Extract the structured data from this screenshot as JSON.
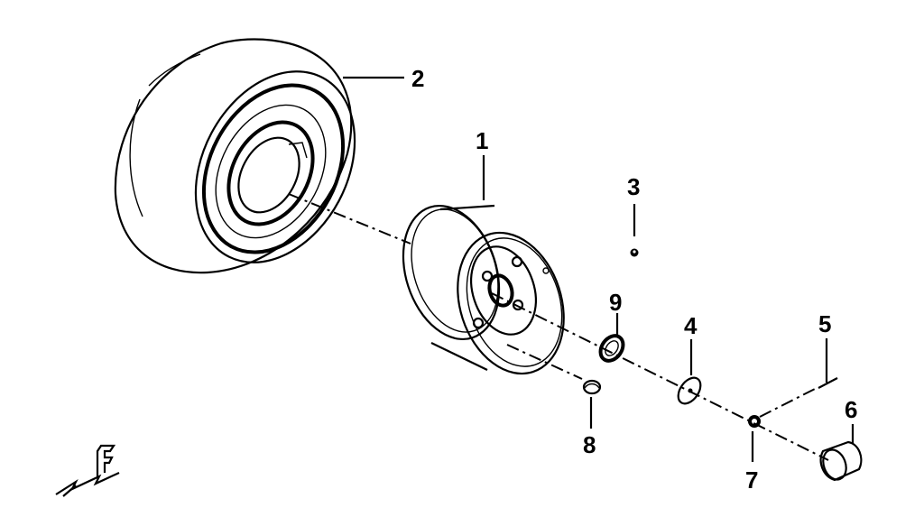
{
  "callouts": {
    "p1": "1",
    "p2": "2",
    "p3": "3",
    "p4": "4",
    "p5": "5",
    "p6": "6",
    "p7": "7",
    "p8": "8",
    "p9": "9"
  },
  "front_indicator": "F",
  "icons": [
    "direction-arrow-icon"
  ]
}
